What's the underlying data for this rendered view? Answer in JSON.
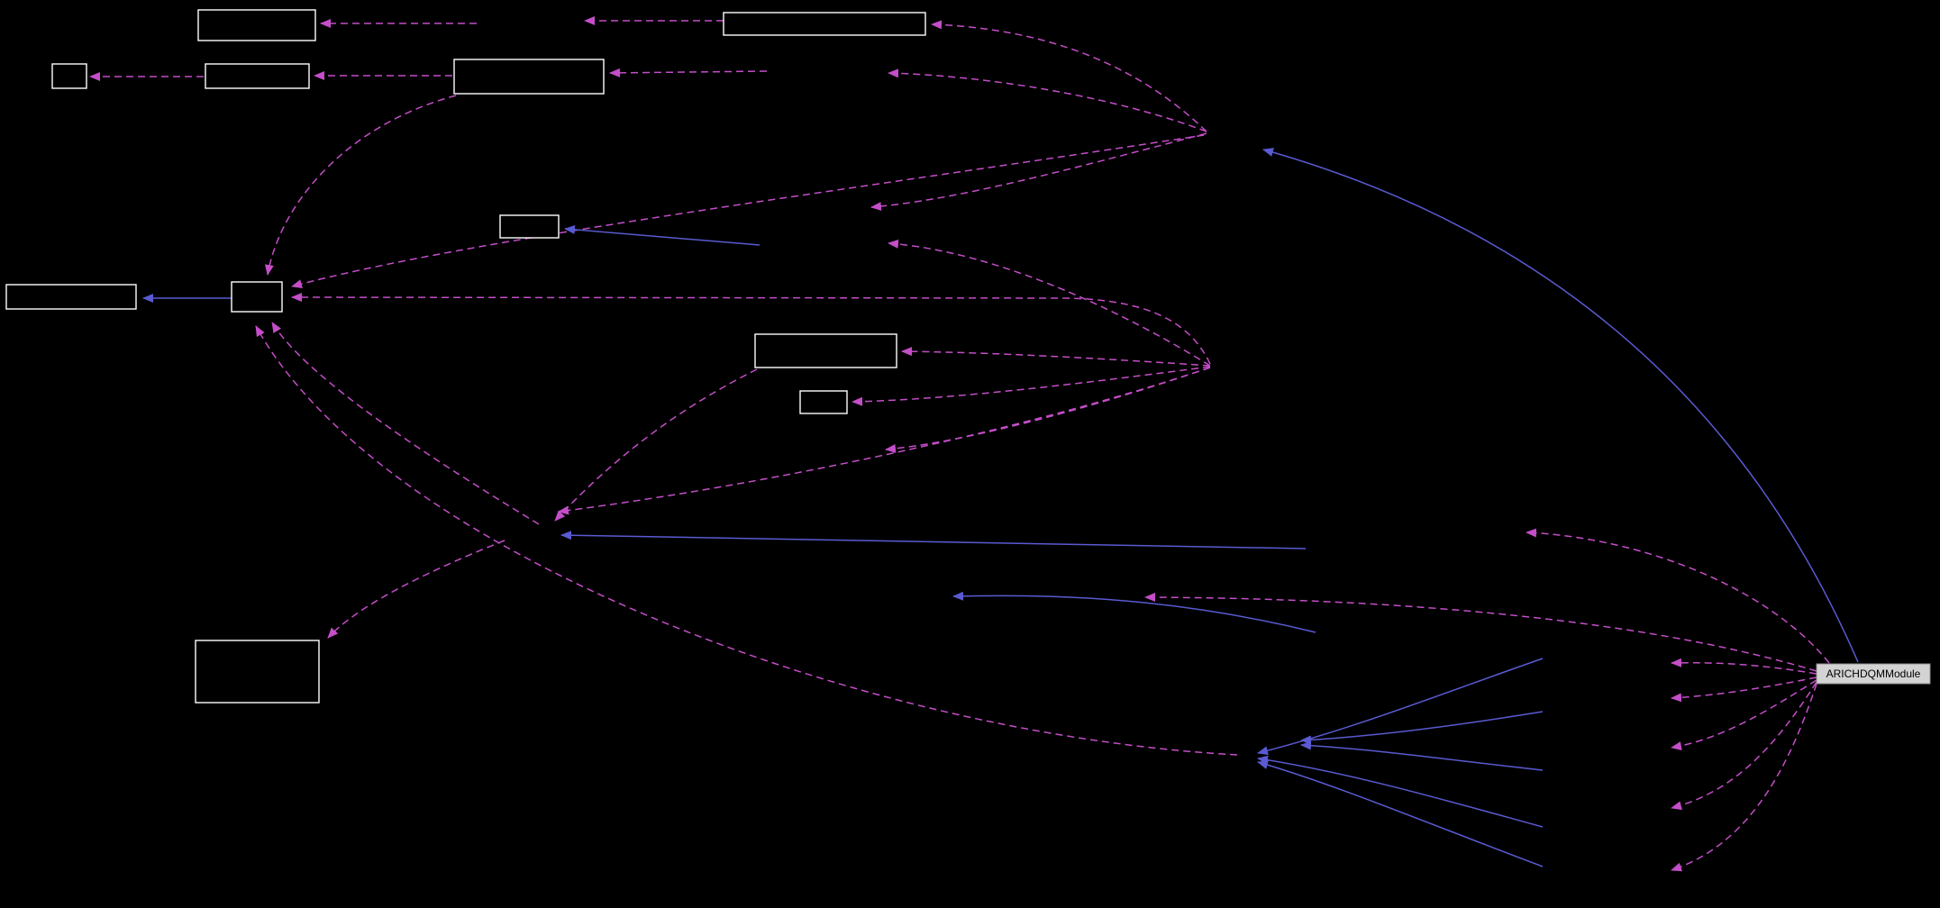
{
  "diagram": {
    "type": "collaboration-graph",
    "background": "#000000",
    "labeled_node": {
      "label": "ARICHDQMModule",
      "fill": "#d3d3d3",
      "text_color": "#000000"
    },
    "colors": {
      "dashed_edge": "#c44ec8",
      "solid_edge": "#5a5ad2",
      "node_border": "#ffffff"
    },
    "nodes": [
      {
        "id": "n1",
        "label": ""
      },
      {
        "id": "n2",
        "label": ""
      },
      {
        "id": "n3",
        "label": ""
      },
      {
        "id": "n4",
        "label": ""
      },
      {
        "id": "n5",
        "label": ""
      },
      {
        "id": "n6",
        "label": ""
      },
      {
        "id": "n7",
        "label": ""
      },
      {
        "id": "n8",
        "label": ""
      },
      {
        "id": "n9",
        "label": ""
      },
      {
        "id": "n10",
        "label": ""
      },
      {
        "id": "n11",
        "label": ""
      },
      {
        "id": "arichdqm",
        "label": "ARICHDQMModule"
      }
    ]
  }
}
